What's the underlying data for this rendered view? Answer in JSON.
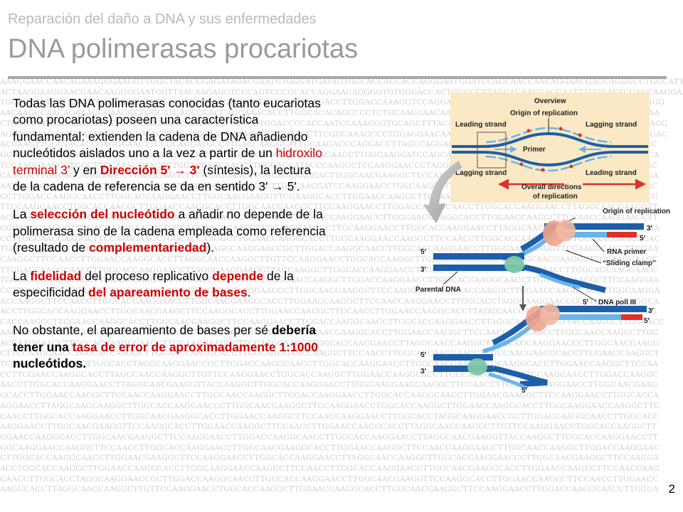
{
  "header": {
    "subtitle": "Reparación del daño a DNA y sus enfermedades",
    "title": "DNA polimerasas procariotas"
  },
  "paragraphs": {
    "p1": {
      "l1": "Todas las DNA polimerasas conocidas (tanto eucariotas",
      "l2": "como procariotas) poseen una característica",
      "l3": "fundamental: extienden la cadena de DNA añadiendo",
      "l4a": "nucleótidos aislados uno a la vez a partir de un ",
      "l4b": "hidroxilo",
      "l5a": "terminal 3’",
      "l5b": " y en ",
      "l5c": "Dirección 5' → 3'",
      "l5d": " (síntesis), la lectura",
      "l6": "de la cadena de referencia se da en sentido 3' → 5'."
    },
    "p2": {
      "l1a": "La ",
      "l1b": "selección del nucleótido",
      "l1c": " a añadir no depende de la",
      "l2": "polimerasa sino de la cadena empleada como referencia",
      "l3a": "(resultado de ",
      "l3b": "complementariedad",
      "l3c": ")."
    },
    "p3": {
      "l1a": "La ",
      "l1b": "fidelidad",
      "l1c": " del proceso replicativo ",
      "l1d": "depende",
      "l1e": " de la",
      "l2a": "especificidad ",
      "l2b": "del apareamiento de bases",
      "l2c": "."
    },
    "p4": {
      "l1a": "No obstante, el apareamiento de bases per sé ",
      "l1b": "debería",
      "l2a": "tener una ",
      "l2b": "tasa de error de aproximadamente 1:1000",
      "l3": "nucleótidos."
    }
  },
  "figure_top": {
    "overview": "Overview",
    "origin": "Origin of replication",
    "leading_left": "Leading strand",
    "lagging_right": "Lagging strand",
    "primer": "Primer",
    "lagging_left": "Lagging strand",
    "leading_right": "Leading strand",
    "directions_l1": "Overall directions",
    "directions_l2": "of replication"
  },
  "figure_bottom": {
    "origin": "Origin of replication",
    "rna_primer": "RNA primer",
    "sliding_clamp": "“Sliding clamp”",
    "parental_dna": "Parental DNA",
    "dna_pol": "DNA poll III",
    "prime3_a": "3′",
    "prime5_a": "5′",
    "prime5_left": "5′",
    "prime3_left": "3′",
    "prime5_mid": "5′",
    "prime3_b": "3′",
    "prime5_b": "5′",
    "prime5_left2": "5′",
    "prime3_left2": "3′",
    "prime5_end": "5′"
  },
  "page_number": "2",
  "colors": {
    "red_accent": "#cc0000",
    "title_gray": "#9a9a9a",
    "figure_panel": "#fbe8c4",
    "dna_blue": "#1c5fa8",
    "primer_red": "#e0302a",
    "clamp_green": "#7ec8a8",
    "polymerase_orange": "#f2a38a"
  }
}
